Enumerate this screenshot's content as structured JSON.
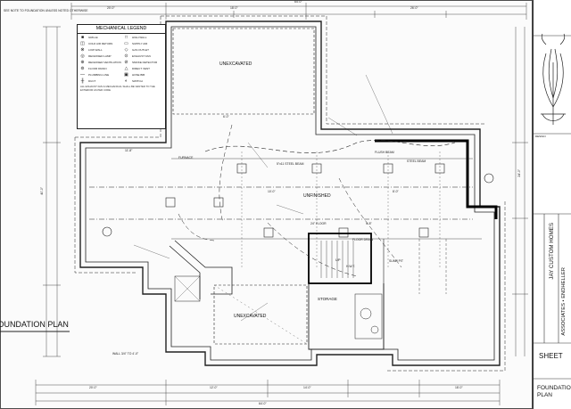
{
  "header_note": "SEE NOTE TO FOUNDATION UNLESS NOTED OTHERWISE",
  "legend": {
    "title": "MECHANICAL LEGEND",
    "items": [
      {
        "sym": "■",
        "label": "GRILLE"
      },
      {
        "sym": "□",
        "label": "HIGH WALL"
      },
      {
        "sym": "◫",
        "label": "COLD AIR RETURN"
      },
      {
        "sym": "▭",
        "label": "SUPPLY AIR"
      },
      {
        "sym": "⊗",
        "label": "LOW WALL"
      },
      {
        "sym": "◇",
        "label": "GAS OUTLET"
      },
      {
        "sym": "◎",
        "label": "RECESSED LAMP"
      },
      {
        "sym": "⊙",
        "label": "EXHAUST FAN"
      },
      {
        "sym": "⊕",
        "label": "RECESSED VENTILATION"
      },
      {
        "sym": "⊘",
        "label": "SMOKE DETECTOR"
      },
      {
        "sym": "⊚",
        "label": "FLOOR DRAIN"
      },
      {
        "sym": "△",
        "label": "DIRECT VENT"
      },
      {
        "sym": "—",
        "label": "PLUMBING LINE"
      },
      {
        "sym": "▣",
        "label": "HOSE BIB"
      },
      {
        "sym": "╫",
        "label": "DUCT"
      },
      {
        "sym": "◐",
        "label": "SWITCH"
      }
    ],
    "footnote": "ALL EXHAUST FAN & MECHANICAL SHALL BE VENTED TO THE EXTERIOR AS PER CODE"
  },
  "rooms": {
    "unexcavated_top": "UNEXCAVATED",
    "unfinished": "UNFINISHED",
    "unexcavated_bottom": "UNEXCAVATED",
    "storage": "STORAGE"
  },
  "notes": {
    "steel_beam_1": "5\"x11 STEEL BEAM",
    "steel_beam_2": "STEEL BEAM",
    "furnace": "FURNACE",
    "hwt": "H.W.T.",
    "floor_drain": "FLOOR DRAIN",
    "air_floor": "24\" FLOOR",
    "plan_label": "FOUNDATION PLAN",
    "wall_note": "WALL 3/4\" TO 4'-0\"",
    "sump": "SUMP PIT",
    "stair": "UP",
    "drop_ceiling": "FLUSH BEAM"
  },
  "dimensions": {
    "top_total": "64'-0\"",
    "top_1": "20'-0\"",
    "top_2": "18'-0\"",
    "top_3": "26'-0\"",
    "bottom_1": "20'-0\"",
    "bottom_2": "12'-0\"",
    "bottom_3": "14'-0\"",
    "bottom_4": "18'-0\"",
    "bottom_total": "64'-0\"",
    "left_total": "40'-0\"",
    "right_1": "24'-0\"",
    "inner_1": "11'-8\"",
    "inner_2": "10'-0\"",
    "inner_3": "8'-0\"",
    "inner_4": "4'-8\"",
    "inner_5": "6'-0\""
  },
  "titleblock": {
    "firm": "ASSOCIATES • ENDHELLER",
    "client": "JAY CUSTOM HOMES",
    "sheet": "SHEET",
    "sheet_title": "FOUNDATION PLAN",
    "design_label": "DESIGN"
  }
}
